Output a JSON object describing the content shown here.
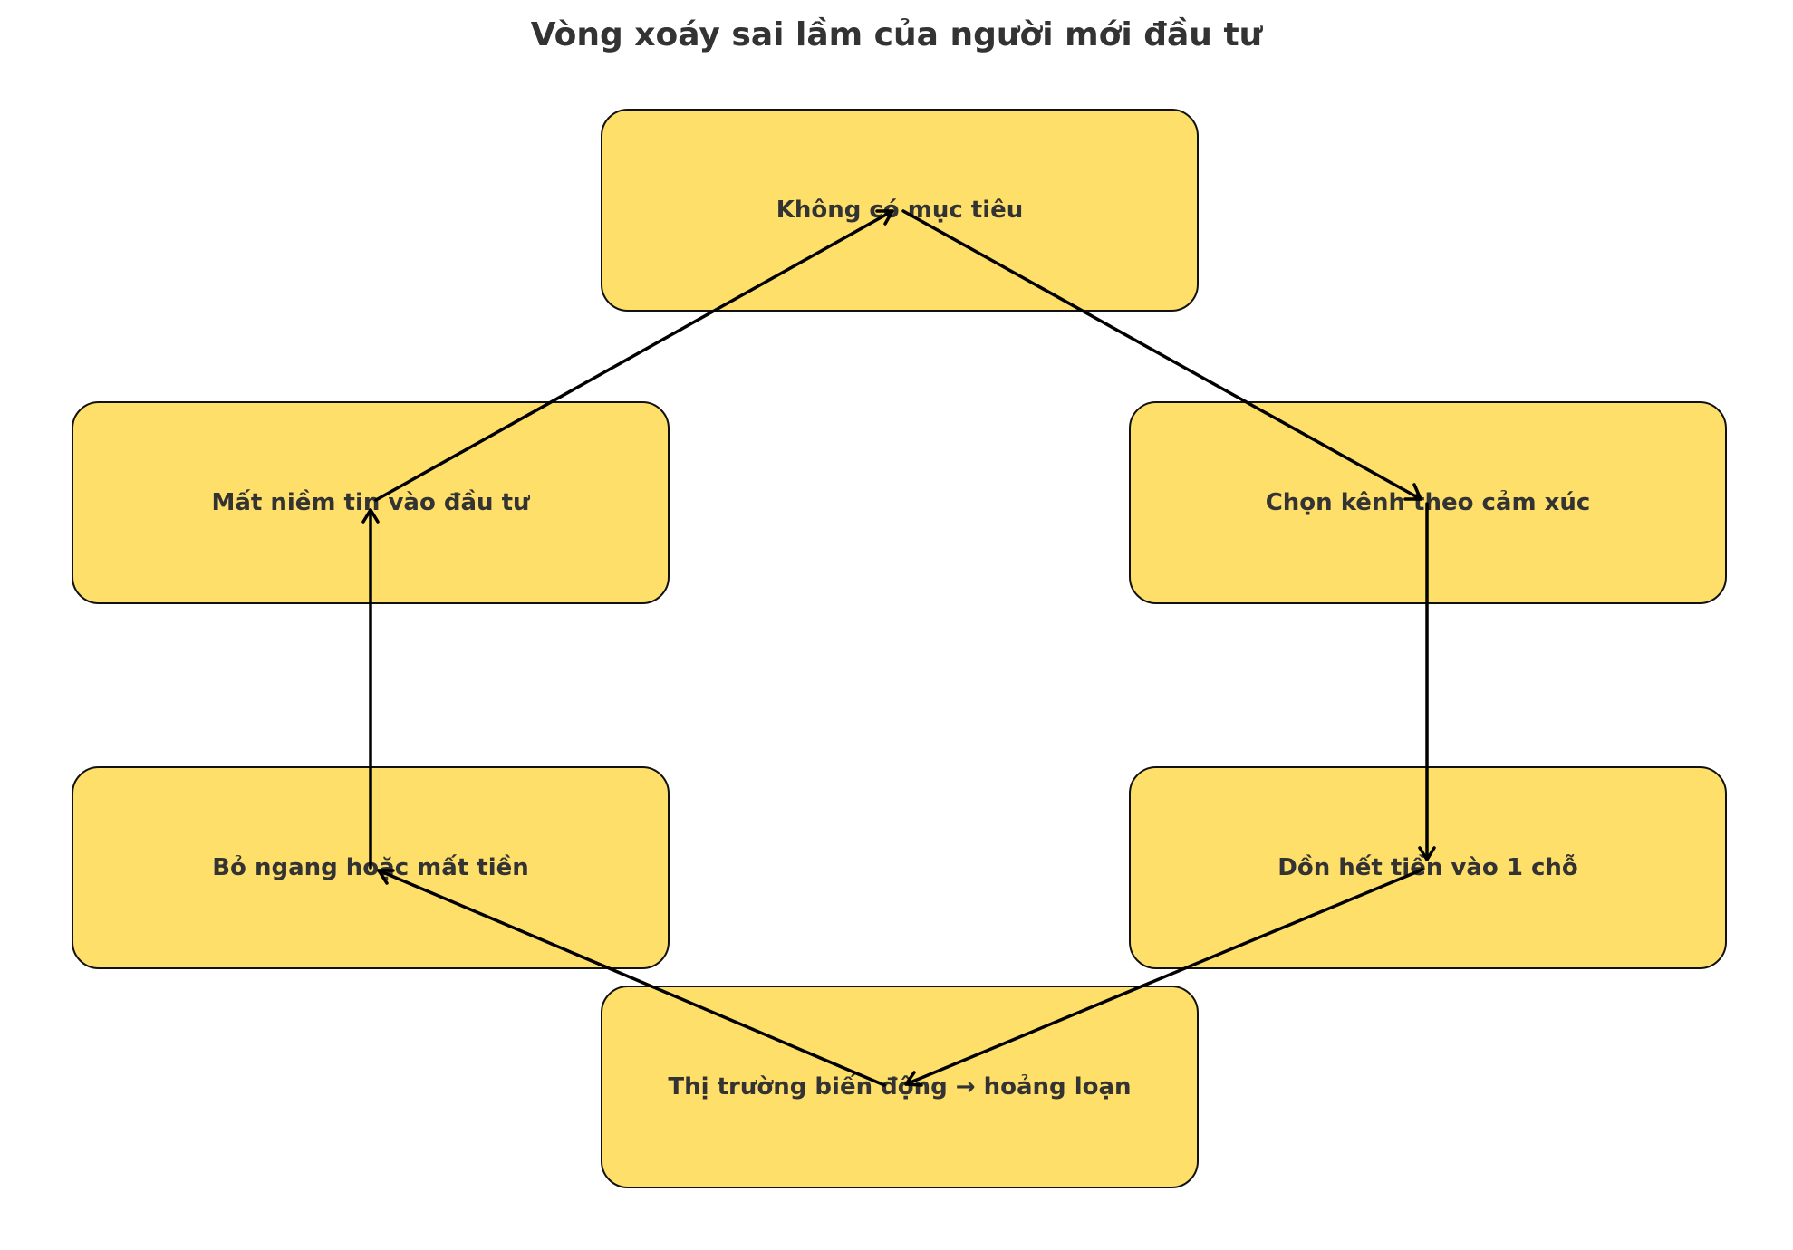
{
  "title": "Vòng xoáy sai lầm của người mới đầu tư",
  "colors": {
    "node_fill": "#fddf6a",
    "node_border": "#111111",
    "text": "#333333",
    "arrow": "#000000"
  },
  "nodes": [
    {
      "id": "no-goal",
      "label": "Không có mục tiêu"
    },
    {
      "id": "emotional-choice",
      "label": "Chọn kênh theo cảm xúc"
    },
    {
      "id": "all-in-one",
      "label": "Dồn hết tiền vào 1 chỗ"
    },
    {
      "id": "market-panic",
      "label": "Thị trường biến động → hoảng loạn"
    },
    {
      "id": "quit-or-lose",
      "label": "Bỏ ngang hoặc mất tiền"
    },
    {
      "id": "lose-faith",
      "label": "Mất niềm tin vào đầu tư"
    }
  ],
  "edges": [
    {
      "from": "no-goal",
      "to": "emotional-choice"
    },
    {
      "from": "emotional-choice",
      "to": "all-in-one"
    },
    {
      "from": "all-in-one",
      "to": "market-panic"
    },
    {
      "from": "market-panic",
      "to": "quit-or-lose"
    },
    {
      "from": "quit-or-lose",
      "to": "lose-faith"
    },
    {
      "from": "lose-faith",
      "to": "no-goal"
    }
  ]
}
